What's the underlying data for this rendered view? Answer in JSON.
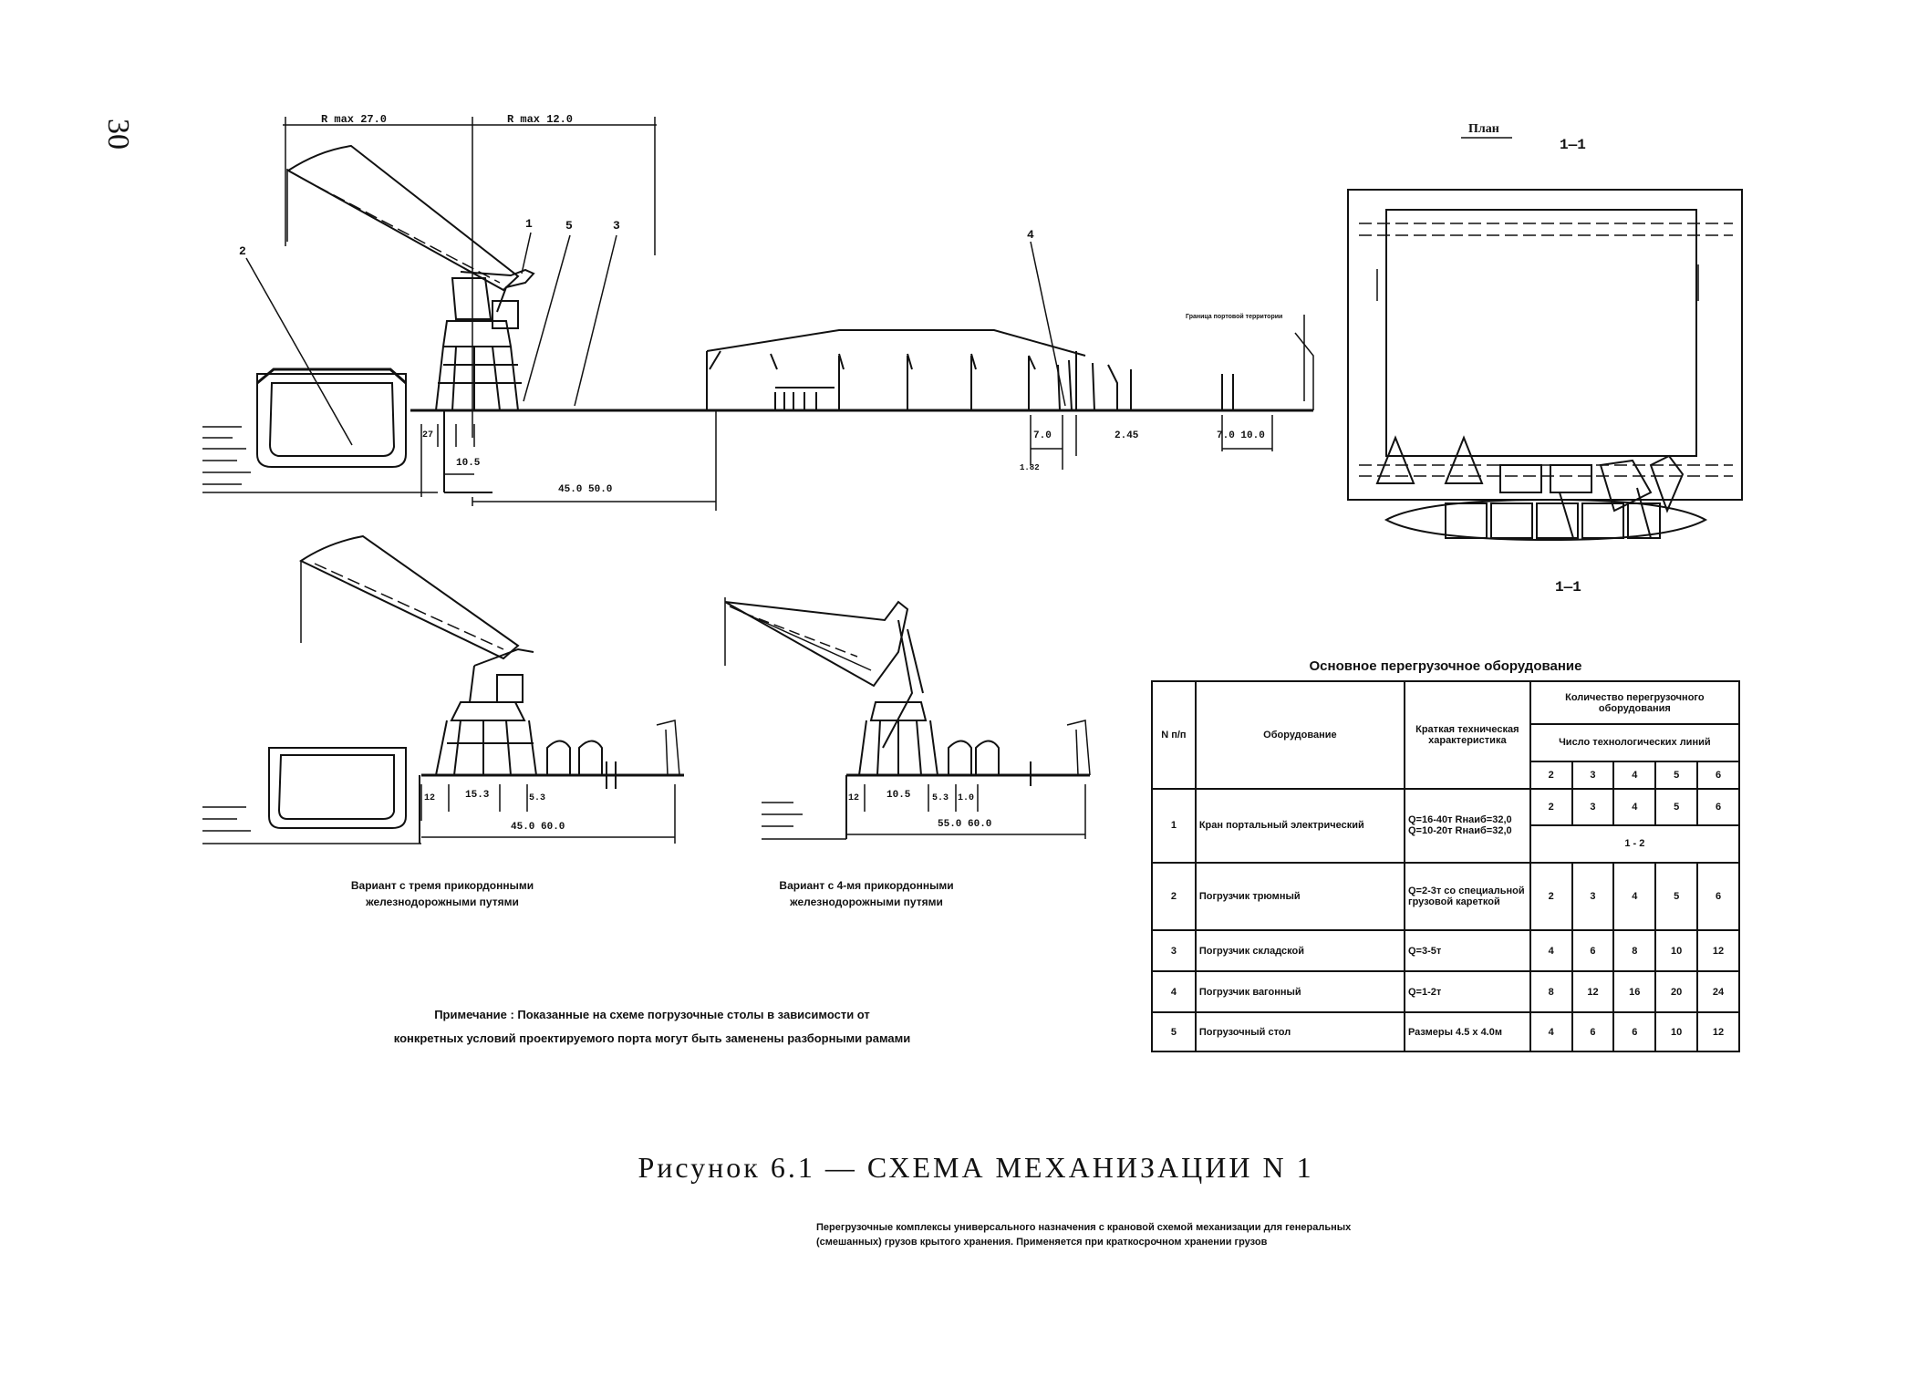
{
  "page_number": "30",
  "main_view": {
    "reach_left": "R max 27.0",
    "reach_right": "R max 12.0",
    "markers": [
      "2",
      "1",
      "5",
      "3",
      "4"
    ],
    "rail_note": "Граница портовой территории",
    "dims_bottom": [
      "27",
      "10.5",
      "45.0 50.0",
      "7.0",
      "1.82",
      "2.45",
      "7.0 10.0"
    ]
  },
  "plan_view": {
    "title": "План",
    "section_top": "1—1",
    "section_bottom": "1—1"
  },
  "variant1": {
    "dims": [
      "12",
      "15.3",
      "5.3",
      "45.0 60.0"
    ],
    "caption_line1": "Вариант с тремя прикордонными",
    "caption_line2": "железнодорожными путями"
  },
  "variant2": {
    "dims": [
      "12",
      "10.5",
      "5.3",
      "1.0",
      "55.0 60.0"
    ],
    "caption_line1": "Вариант с 4-мя прикордонными",
    "caption_line2": "железнодорожными путями"
  },
  "note": {
    "line1": "Примечание : Показанные на схеме погрузочные столы в зависимости от",
    "line2": "конкретных условий проектируемого порта могут быть заменены разборными рамами"
  },
  "table": {
    "title": "Основное перегрузочное оборудование",
    "headers": {
      "num": "N п/п",
      "equipment": "Оборудование",
      "characteristics": "Краткая техническая характеристика",
      "quantity": "Количество перегрузочного оборудования",
      "lines": "Число технологических линий",
      "line_counts": [
        "2",
        "3",
        "4",
        "5",
        "6"
      ]
    },
    "rows": [
      {
        "n": "1",
        "name": "Кран портальный электрический",
        "char": "Q=16-40т Rнаиб=32,0 Q=10-20т Rнаиб=32,0",
        "vals": [
          "2",
          "3",
          "4",
          "5",
          "6"
        ],
        "extra": "1 - 2"
      },
      {
        "n": "2",
        "name": "Погрузчик трюмный",
        "char": "Q=2-3т со специальной грузовой кареткой",
        "vals": [
          "2",
          "3",
          "4",
          "5",
          "6"
        ]
      },
      {
        "n": "3",
        "name": "Погрузчик складской",
        "char": "Q=3-5т",
        "vals": [
          "4",
          "6",
          "8",
          "10",
          "12"
        ]
      },
      {
        "n": "4",
        "name": "Погрузчик вагонный",
        "char": "Q=1-2т",
        "vals": [
          "8",
          "12",
          "16",
          "20",
          "24"
        ]
      },
      {
        "n": "5",
        "name": "Погрузочный стол",
        "char": "Размеры 4.5 x 4.0м",
        "vals": [
          "4",
          "6",
          "6",
          "10",
          "12"
        ]
      }
    ]
  },
  "caption": "Рисунок 6.1 — СХЕМА МЕХАНИЗАЦИИ N 1",
  "description": {
    "line1": "Перегрузочные комплексы универсального назначения с крановой схемой механизации для генеральных",
    "line2": "(смешанных) грузов крытого хранения. Применяется при краткосрочном хранении грузов"
  }
}
